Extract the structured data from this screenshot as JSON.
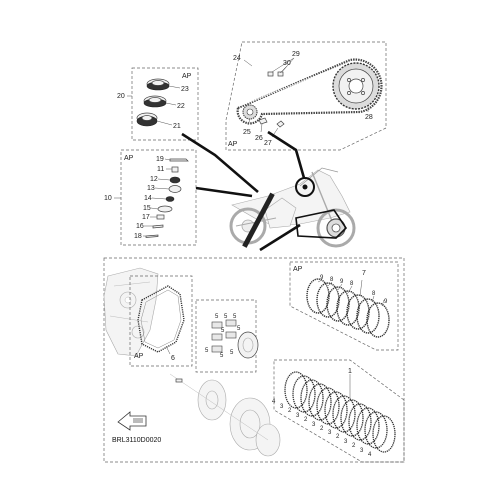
{
  "diagram": {
    "code": "BRL3110D0020",
    "ap_label": "AP",
    "callouts": {
      "c1": "1",
      "c2": "2",
      "c3": "3",
      "c4": "4",
      "c5": "5",
      "c6": "6",
      "c7": "7",
      "c8": "8",
      "c9": "9",
      "c10": "10",
      "c11": "11",
      "c12": "12",
      "c13": "13",
      "c14": "14",
      "c15": "15",
      "c16": "16",
      "c17": "17",
      "c18": "18",
      "c19": "19",
      "c20": "20",
      "c21": "21",
      "c22": "22",
      "c23": "23",
      "c24": "24",
      "c25": "25",
      "c26": "26",
      "c27": "27",
      "c28": "28",
      "c29": "29",
      "c30": "30"
    }
  }
}
